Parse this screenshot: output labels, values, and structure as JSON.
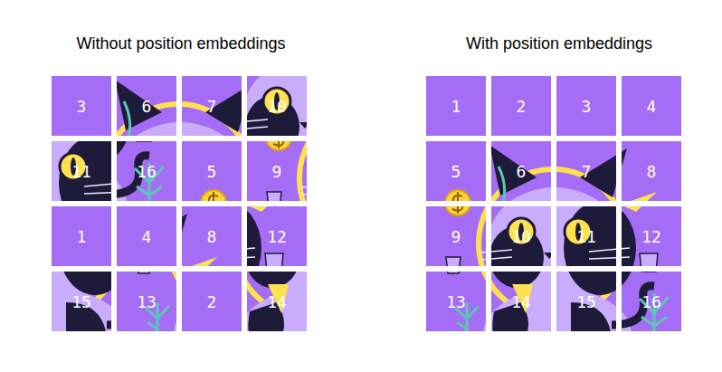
{
  "diagram": {
    "nodes": [
      {
        "text": [
          "3"
        ]
      },
      {
        "text": [
          "6"
        ]
      },
      {
        "text": [
          "7"
        ]
      },
      {
        "text": [
          "10"
        ]
      },
      {
        "text": [
          "11"
        ]
      },
      {
        "text": [
          "16"
        ]
      },
      {
        "text": [
          "5"
        ]
      },
      {
        "text": [
          "9"
        ]
      },
      {
        "text": [
          "1"
        ]
      },
      {
        "text": [
          "4"
        ]
      },
      {
        "text": [
          "8"
        ]
      },
      {
        "text": [
          "12"
        ]
      },
      {
        "text": [
          "15"
        ]
      },
      {
        "text": [
          "13"
        ]
      },
      {
        "text": [
          "2"
        ]
      },
      {
        "text": [
          "14"
        ]
      },
      {
        "text": [
          "1"
        ]
      },
      {
        "text": [
          "2"
        ]
      },
      {
        "text": [
          "3"
        ]
      },
      {
        "text": [
          "4"
        ]
      },
      {
        "text": [
          "5"
        ]
      },
      {
        "text": [
          "6"
        ]
      },
      {
        "text": [
          "7"
        ]
      },
      {
        "text": [
          "8"
        ]
      },
      {
        "text": [
          "9"
        ]
      },
      {
        "text": [
          "10"
        ]
      },
      {
        "text": [
          "11"
        ]
      },
      {
        "text": [
          "12"
        ]
      },
      {
        "text": [
          "13"
        ]
      },
      {
        "text": [
          "14"
        ]
      },
      {
        "text": [
          "15"
        ]
      },
      {
        "text": [
          "16"
        ]
      }
    ],
    "labels": [
      "Without position embeddings",
      "With position embeddings"
    ]
  }
}
